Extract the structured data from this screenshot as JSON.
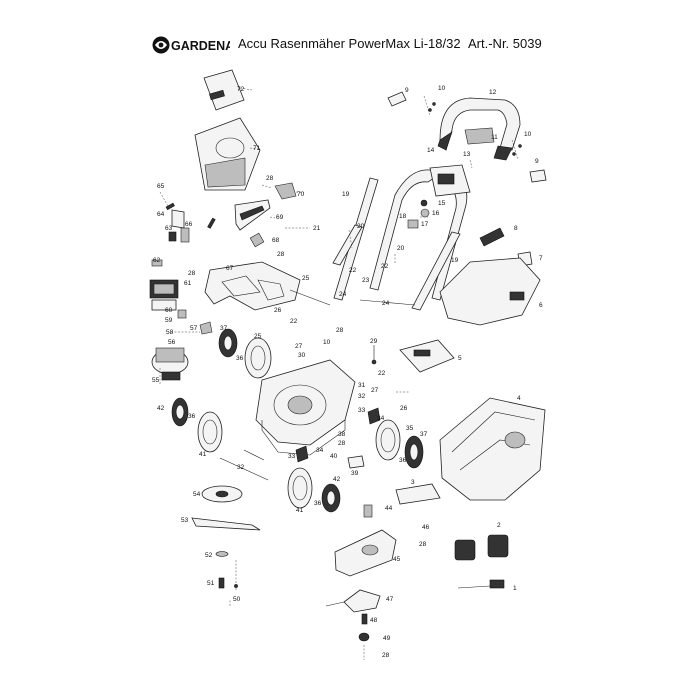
{
  "header": {
    "brand": "GARDENA",
    "title": "Accu Rasenmäher PowerMax Li-18/32",
    "article": "Art.-Nr. 5039"
  },
  "parts": [
    {
      "id": "p72",
      "label": "72"
    },
    {
      "id": "p71",
      "label": "71"
    },
    {
      "id": "p70",
      "label": "70"
    },
    {
      "id": "p28a",
      "label": "28"
    },
    {
      "id": "p65",
      "label": "65"
    },
    {
      "id": "p64",
      "label": "64"
    },
    {
      "id": "p66",
      "label": "66"
    },
    {
      "id": "p63",
      "label": "63"
    },
    {
      "id": "p69",
      "label": "69"
    },
    {
      "id": "p68",
      "label": "68"
    },
    {
      "id": "p28b",
      "label": "28"
    },
    {
      "id": "p67",
      "label": "67"
    },
    {
      "id": "p62",
      "label": "62"
    },
    {
      "id": "p28c",
      "label": "28"
    },
    {
      "id": "p61",
      "label": "61"
    },
    {
      "id": "p60",
      "label": "60"
    },
    {
      "id": "p59",
      "label": "59"
    },
    {
      "id": "p58",
      "label": "58"
    },
    {
      "id": "p57",
      "label": "57"
    },
    {
      "id": "p56",
      "label": "56"
    },
    {
      "id": "p55",
      "label": "55"
    },
    {
      "id": "p42a",
      "label": "42"
    },
    {
      "id": "p36a",
      "label": "36"
    },
    {
      "id": "p41a",
      "label": "41"
    },
    {
      "id": "p37a",
      "label": "37"
    },
    {
      "id": "p25",
      "label": "25"
    },
    {
      "id": "p36b",
      "label": "36"
    },
    {
      "id": "p26a",
      "label": "26"
    },
    {
      "id": "p22a",
      "label": "22"
    },
    {
      "id": "p27a",
      "label": "27"
    },
    {
      "id": "p30",
      "label": "30"
    },
    {
      "id": "p28d",
      "label": "28"
    },
    {
      "id": "p10a",
      "label": "10"
    },
    {
      "id": "p24a",
      "label": "24"
    },
    {
      "id": "p25b",
      "label": "25"
    },
    {
      "id": "p21",
      "label": "21"
    },
    {
      "id": "p19a",
      "label": "19"
    },
    {
      "id": "p20a",
      "label": "20"
    },
    {
      "id": "p22b",
      "label": "22"
    },
    {
      "id": "p23",
      "label": "23"
    },
    {
      "id": "p22c",
      "label": "22"
    },
    {
      "id": "p20b",
      "label": "20"
    },
    {
      "id": "p24b",
      "label": "24"
    },
    {
      "id": "p18",
      "label": "18"
    },
    {
      "id": "p14",
      "label": "14"
    },
    {
      "id": "p13",
      "label": "13"
    },
    {
      "id": "p15",
      "label": "15"
    },
    {
      "id": "p16",
      "label": "16"
    },
    {
      "id": "p17",
      "label": "17"
    },
    {
      "id": "p19b",
      "label": "19"
    },
    {
      "id": "p9a",
      "label": "9"
    },
    {
      "id": "p10b",
      "label": "10"
    },
    {
      "id": "p12",
      "label": "12"
    },
    {
      "id": "p11",
      "label": "11"
    },
    {
      "id": "p10c",
      "label": "10"
    },
    {
      "id": "p9b",
      "label": "9"
    },
    {
      "id": "p8",
      "label": "8"
    },
    {
      "id": "p7",
      "label": "7"
    },
    {
      "id": "p6",
      "label": "6"
    },
    {
      "id": "p5",
      "label": "5"
    },
    {
      "id": "p4",
      "label": "4"
    },
    {
      "id": "p29",
      "label": "29"
    },
    {
      "id": "p22d",
      "label": "22"
    },
    {
      "id": "p27b",
      "label": "27"
    },
    {
      "id": "p26b",
      "label": "26"
    },
    {
      "id": "p31",
      "label": "31"
    },
    {
      "id": "p32a",
      "label": "32"
    },
    {
      "id": "p33a",
      "label": "33"
    },
    {
      "id": "p34a",
      "label": "34"
    },
    {
      "id": "p38",
      "label": "38"
    },
    {
      "id": "p28e",
      "label": "28"
    },
    {
      "id": "p33b",
      "label": "33"
    },
    {
      "id": "p34b",
      "label": "34"
    },
    {
      "id": "p40",
      "label": "40"
    },
    {
      "id": "p39",
      "label": "39"
    },
    {
      "id": "p35",
      "label": "35"
    },
    {
      "id": "p36c",
      "label": "36"
    },
    {
      "id": "p37b",
      "label": "37"
    },
    {
      "id": "p32b",
      "label": "32"
    },
    {
      "id": "p42b",
      "label": "42"
    },
    {
      "id": "p41b",
      "label": "41"
    },
    {
      "id": "p36d",
      "label": "36"
    },
    {
      "id": "p54",
      "label": "54"
    },
    {
      "id": "p53",
      "label": "53"
    },
    {
      "id": "p52",
      "label": "52"
    },
    {
      "id": "p51",
      "label": "51"
    },
    {
      "id": "p50",
      "label": "50"
    },
    {
      "id": "p44",
      "label": "44"
    },
    {
      "id": "p3",
      "label": "3"
    },
    {
      "id": "p46",
      "label": "46"
    },
    {
      "id": "p28f",
      "label": "28"
    },
    {
      "id": "p45",
      "label": "45"
    },
    {
      "id": "p2",
      "label": "2"
    },
    {
      "id": "p1",
      "label": "1"
    },
    {
      "id": "p47",
      "label": "47"
    },
    {
      "id": "p48",
      "label": "48"
    },
    {
      "id": "p49",
      "label": "49"
    },
    {
      "id": "p28g",
      "label": "28"
    }
  ]
}
